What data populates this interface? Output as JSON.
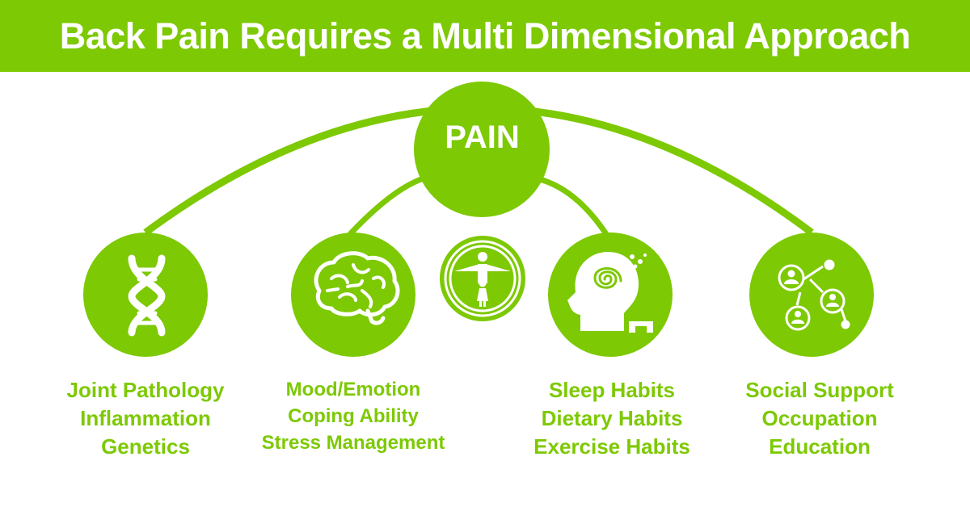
{
  "title": "Back Pain Requires a Multi Dimensional Approach",
  "center": {
    "label": "PAIN"
  },
  "colors": {
    "accent": "#7dc903",
    "background": "#ffffff",
    "text_on_accent": "#ffffff"
  },
  "factors": [
    {
      "icon": "dna-icon",
      "lines": [
        "Joint Pathology",
        "Inflammation",
        "Genetics"
      ]
    },
    {
      "icon": "brain-icon",
      "lines": [
        "Mood/Emotion",
        "Coping Ability",
        "Stress Management"
      ]
    },
    {
      "icon": "human-figures-icon",
      "lines": []
    },
    {
      "icon": "head-spiral-icon",
      "lines": [
        "Sleep Habits",
        "Dietary Habits",
        "Exercise Habits"
      ]
    },
    {
      "icon": "social-network-icon",
      "lines": [
        "Social Support",
        "Occupation",
        "Education"
      ]
    }
  ]
}
